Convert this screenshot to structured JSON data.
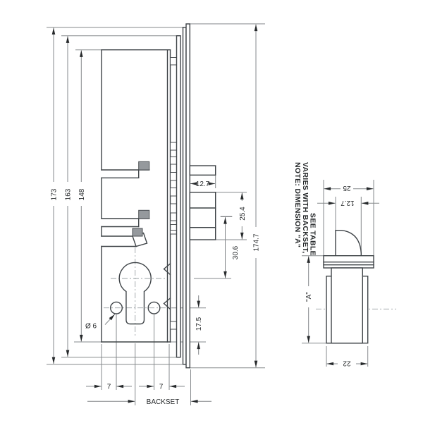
{
  "main_view": {
    "dims": {
      "height_outer": "173",
      "height_mid": "163",
      "height_case": "148",
      "overall_height": "174.7",
      "latch_projection": "12.7",
      "deadbolt_height": "25.4",
      "deadbolt_to_axis": "30.6",
      "holes_to_bottom": "17.5",
      "hole_diameter": "Ø 6",
      "hole_offset_left": "7",
      "hole_offset_right": "7",
      "backset_label": "BACKSET"
    }
  },
  "side_view": {
    "dims": {
      "faceplate_width": "25",
      "bolt_width": "12.7",
      "case_depth": "\"A\"",
      "body_width": "22"
    },
    "note": {
      "lines": [
        "NOTE: DIMENSION \"A\"",
        "VARIES WITH BACKSET,",
        "SEE TABLE"
      ]
    }
  },
  "colors": {
    "outline": "#3e4347",
    "dimension_line": "#85898c",
    "text": "#26292b",
    "gray_fill": "#95999d",
    "background": "#ffffff"
  }
}
